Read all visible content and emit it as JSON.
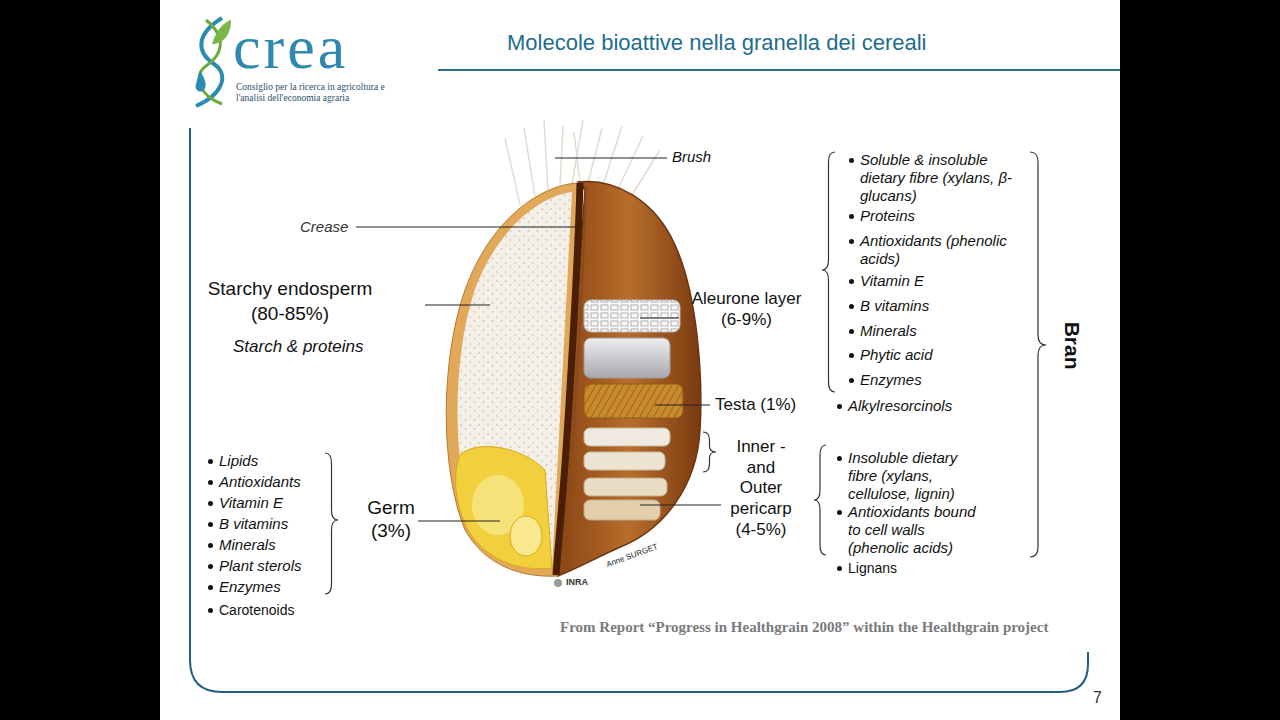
{
  "diagram": {
    "title": "Molecole bioattive nella granella dei cereali",
    "caption": "From Report “Progress in Healthgrain 2008” within the Healthgrain project",
    "labels": [
      "crea",
      "Consiglio per la ricerca in agricoltura e l'analisi dell'economia agraria",
      "Brush",
      "Crease",
      "Starchy endosperm (80-85%)",
      "Starch & proteins",
      "Soluble & insoluble dietary fibre (xylans, β-glucans)",
      "Proteins",
      "Antioxidants (phenolic acids)",
      "Vitamin E",
      "B vitamins",
      "Minerals",
      "Phytic acid",
      "Enzymes",
      "Aleurone layer (6-9%)",
      "Bran",
      "Testa (1%)",
      "Alkylresorcinols",
      "Inner - and Outer pericarp (4-5%)",
      "Insoluble dietary fibre (xylans, cellulose, lignin)",
      "Antioxidants bound to cell walls (phenolic acids)",
      "Lignans",
      "Lipids",
      "Antioxidants",
      "Vitamin E",
      "B vitamins",
      "Minerals",
      "Plant sterols",
      "Enzymes",
      "Germ (3%)",
      "Carotenoids",
      "INRA",
      "Anne SURGET",
      "7"
    ]
  }
}
